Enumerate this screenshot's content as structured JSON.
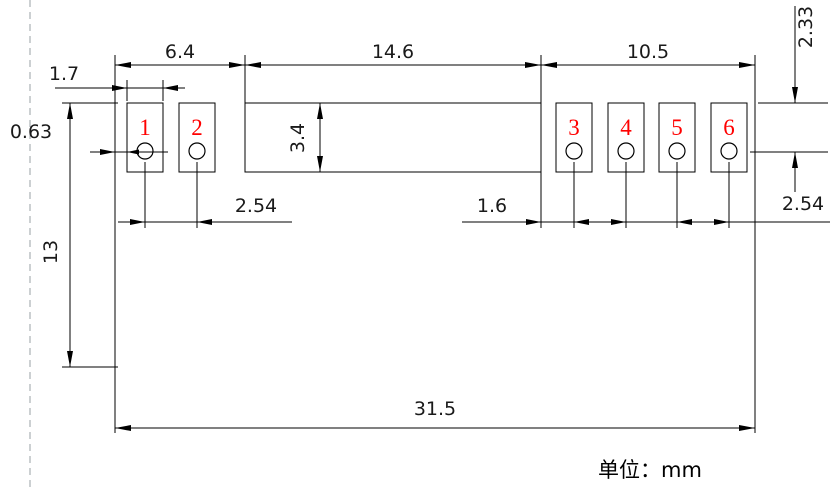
{
  "unit_note": "单位：mm",
  "colors": {
    "pad_number_red": "#ff0000",
    "line_black": "#000000"
  },
  "pad_numbers": [
    "1",
    "2",
    "3",
    "4",
    "5",
    "6"
  ],
  "dimensions": {
    "top_left_width": "6.4",
    "top_middle_width": "14.6",
    "top_right_width": "10.5",
    "pad_width": "1.7",
    "edge_offset": "0.63",
    "pad_height": "3.4",
    "left_pitch": "2.54",
    "right_gap": "1.6",
    "right_pitch": "2.54",
    "corner_height": "2.33",
    "body_height": "13",
    "overall_width": "31.5"
  }
}
